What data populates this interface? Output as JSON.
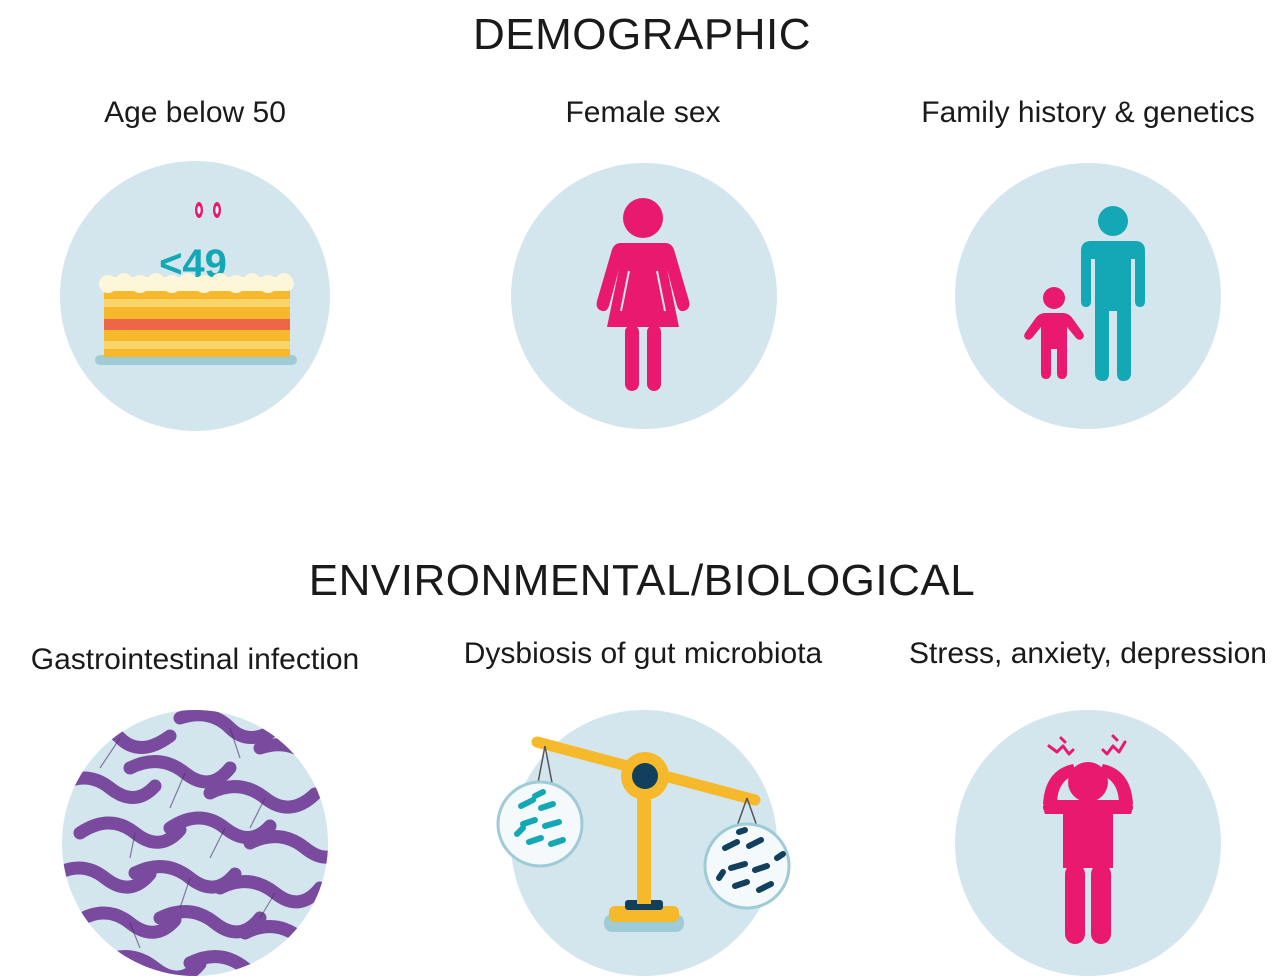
{
  "sections": {
    "demographic": {
      "title": "DEMOGRAPHIC",
      "items": [
        {
          "label": "Age below 50",
          "icon": "birthday-cake-icon",
          "cake_text": "<49"
        },
        {
          "label": "Female sex",
          "icon": "female-figure-icon"
        },
        {
          "label": "Family history & genetics",
          "icon": "parent-child-icon"
        }
      ]
    },
    "environmental": {
      "title": "ENVIRONMENTAL/BIOLOGICAL",
      "items": [
        {
          "label": "Gastrointestinal infection",
          "icon": "bacteria-icon"
        },
        {
          "label": "Dysbiosis of gut microbiota",
          "icon": "balance-scale-icon"
        },
        {
          "label": "Stress, anxiety, depression",
          "icon": "stressed-person-icon"
        }
      ]
    }
  },
  "colors": {
    "circle_bg": "#d3e6ee",
    "pink": "#e8196f",
    "teal": "#14a7b6",
    "purple": "#7a4a9f",
    "cake_yellow": "#f6b92b",
    "cake_red": "#ef6548",
    "scale_yellow": "#f6b92b",
    "navy": "#123f5c"
  }
}
